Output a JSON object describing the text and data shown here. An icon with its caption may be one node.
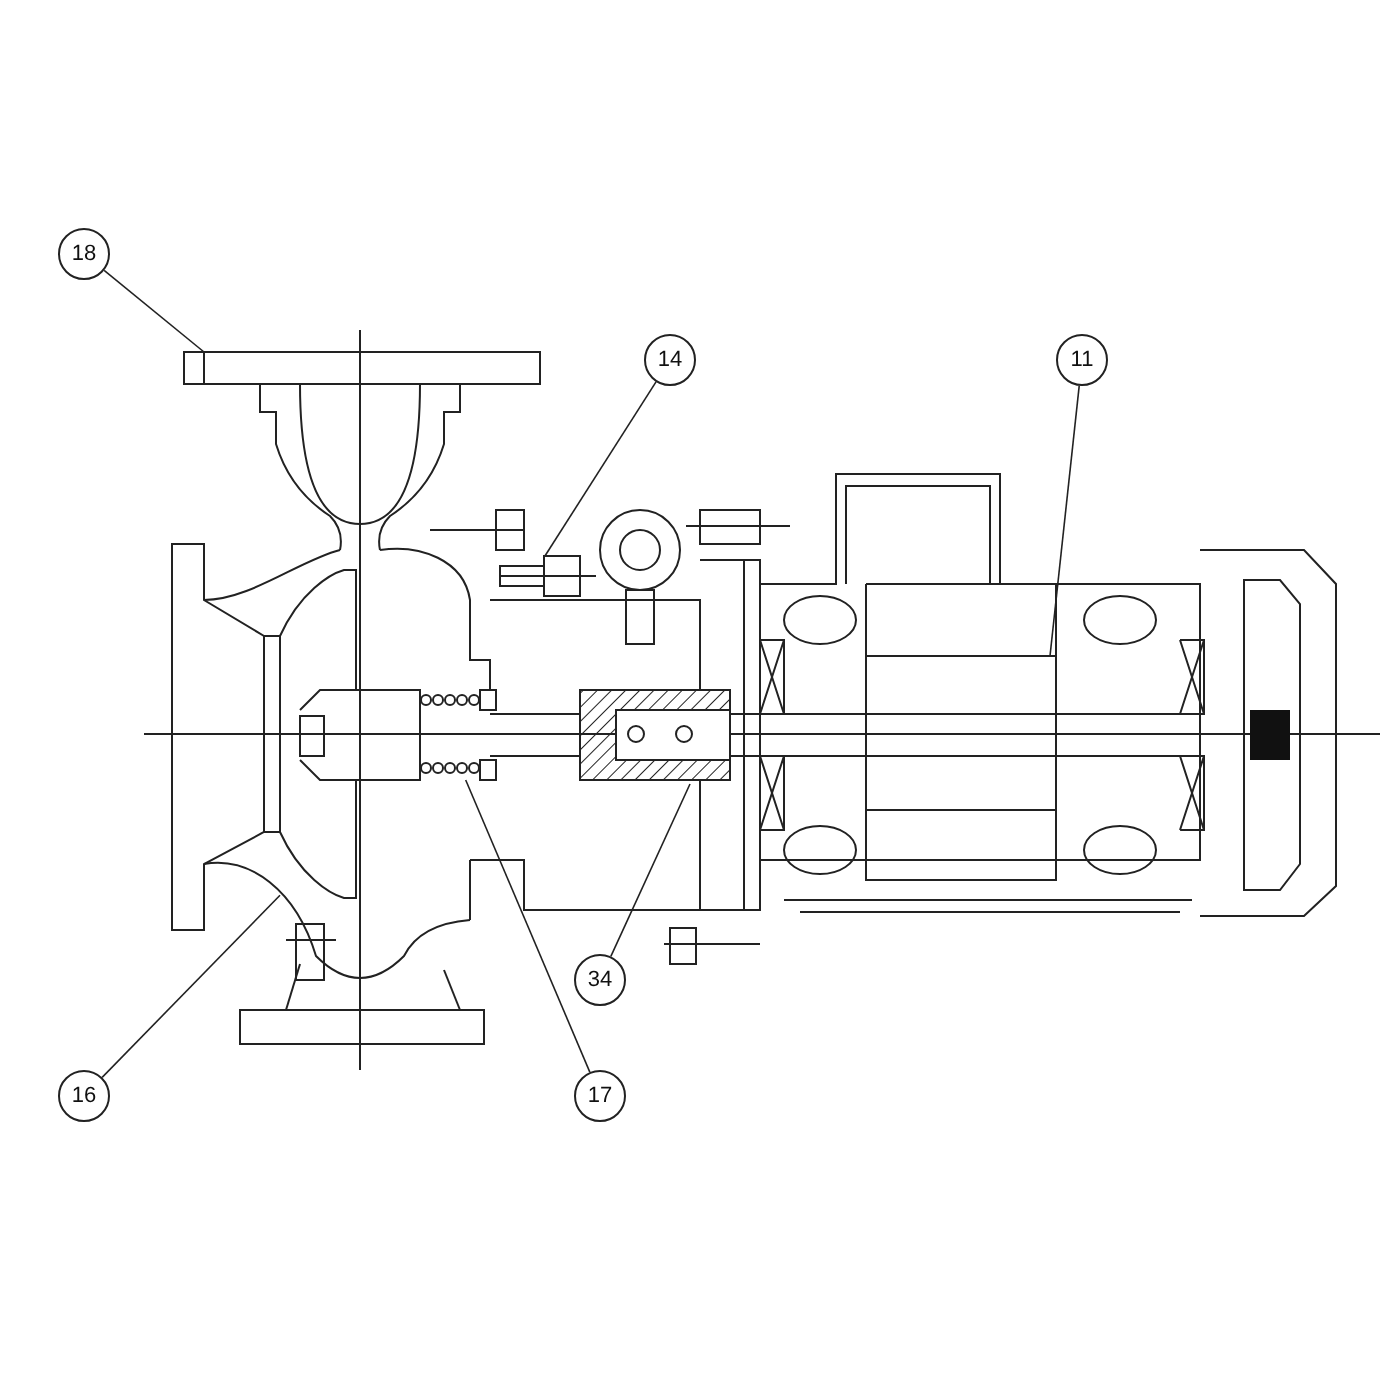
{
  "diagram": {
    "nodes": [
      {
        "text": [
          "18"
        ]
      },
      {
        "text": [
          "14"
        ]
      },
      {
        "text": [
          "11"
        ]
      },
      {
        "text": [
          "34"
        ]
      },
      {
        "text": [
          "16"
        ]
      },
      {
        "text": [
          "17"
        ]
      },
      {
        "text": [],
        "shape": "picture"
      },
      {
        "text": [],
        "shape": "picture"
      },
      {
        "text": [],
        "shape": "picture"
      },
      {
        "text": [],
        "shape": "picture"
      },
      {
        "text": [],
        "shape": "picture"
      },
      {
        "text": [],
        "shape": "picture"
      }
    ],
    "edges": [
      {
        "from": 0,
        "to": 6,
        "arrow": "none"
      },
      {
        "from": 1,
        "to": 9,
        "arrow": "none"
      },
      {
        "from": 2,
        "to": 11,
        "arrow": "none"
      },
      {
        "from": 3,
        "to": 10,
        "arrow": "none"
      },
      {
        "from": 4,
        "to": 7,
        "arrow": "none"
      },
      {
        "from": 5,
        "to": 8,
        "arrow": "none"
      }
    ]
  }
}
